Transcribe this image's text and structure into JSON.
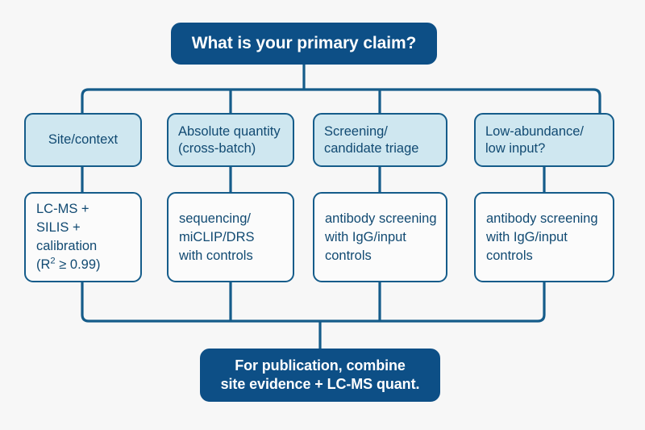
{
  "diagram": {
    "type": "flowchart",
    "title_node": {
      "id": "question",
      "label": "What is your primary claim?",
      "style": "primary"
    },
    "categories": [
      {
        "id": "site-context",
        "lines": [
          "Site/context"
        ]
      },
      {
        "id": "absolute-quantity",
        "lines": [
          "Absolute quantity",
          "(cross-batch)"
        ]
      },
      {
        "id": "screening-triage",
        "lines": [
          "Screening/",
          "candidate triage"
        ]
      },
      {
        "id": "low-abundance",
        "lines": [
          "Low-abundance/",
          "low input?"
        ]
      }
    ],
    "methods": [
      {
        "id": "lcms-silis",
        "lines": [
          "LC-MS +",
          "SILIS +",
          "calibration",
          "(R² ≥ 0.99)"
        ]
      },
      {
        "id": "sequencing-miclip",
        "lines": [
          "sequencing/",
          "miCLIP/DRS",
          "with controls"
        ]
      },
      {
        "id": "antibody-screen-1",
        "lines": [
          "antibody screening",
          "with IgG/input",
          "controls"
        ]
      },
      {
        "id": "antibody-screen-2",
        "lines": [
          "antibody screening",
          "with IgG/input",
          "controls"
        ]
      }
    ],
    "conclusion_node": {
      "id": "conclusion",
      "lines": [
        "For publication, combine",
        "site evidence + LC-MS quant."
      ],
      "style": "primary"
    },
    "colors": {
      "background": "#f7f7f7",
      "primary_fill": "#0d4f86",
      "primary_text": "#ffffff",
      "category_fill": "#cfe7f0",
      "node_border": "#155c8a",
      "node_text": "#114a72",
      "method_fill": "#fbfbfb",
      "connector": "#155c8a"
    }
  }
}
